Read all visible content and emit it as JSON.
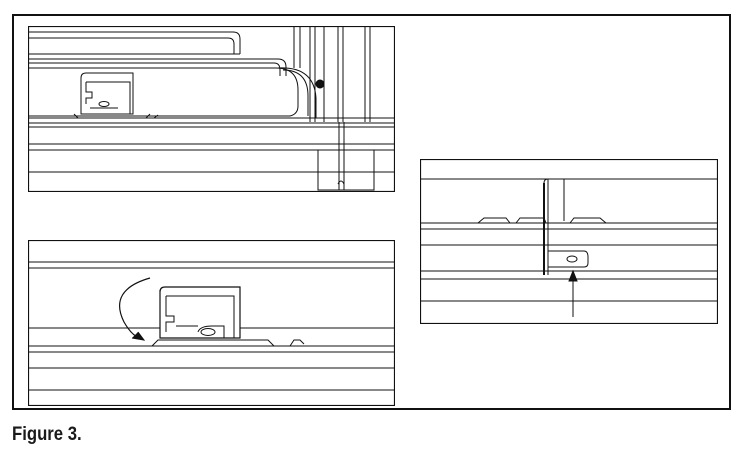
{
  "figure": {
    "caption": "Figure 3."
  },
  "colors": {
    "line": "#111111",
    "background": "#ffffff"
  },
  "panels": [
    {
      "name": "panel-top-left-overview"
    },
    {
      "name": "panel-bottom-left-rotate"
    },
    {
      "name": "panel-right-insert"
    }
  ]
}
